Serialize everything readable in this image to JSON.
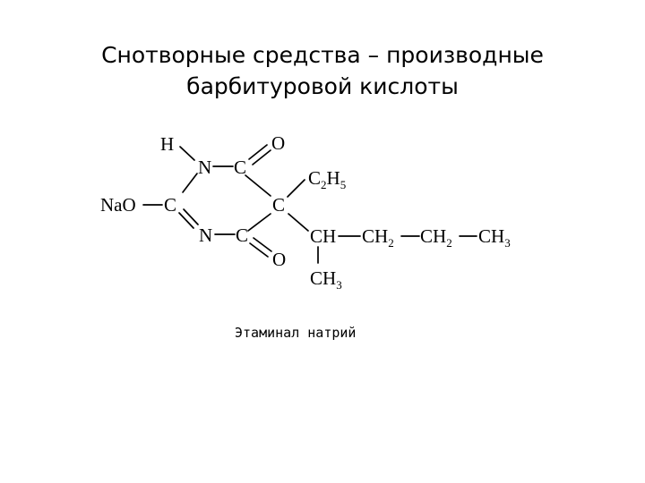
{
  "slide": {
    "title_line1": "Снотворные средства – производные",
    "title_line2": "барбитуровой кислоты",
    "caption": "Этаминал натрий"
  },
  "formula": {
    "H": "H",
    "N1": "N",
    "C_top": "C",
    "O_top": "O",
    "NaO": "NaO",
    "C_left": "C",
    "C_center": "C",
    "C2H5_C": "C",
    "C2H5_sub2": "2",
    "C2H5_H": "H",
    "C2H5_sub5": "5",
    "N2": "N",
    "C_bottom": "C",
    "O_bottom": "O",
    "CH": "CH",
    "CH2_a": "CH",
    "CH2_a_sub": "2",
    "CH2_b": "CH",
    "CH2_b_sub": "2",
    "CH3_end": "CH",
    "CH3_end_sub": "3",
    "CH3_branch": "CH",
    "CH3_branch_sub": "3"
  }
}
